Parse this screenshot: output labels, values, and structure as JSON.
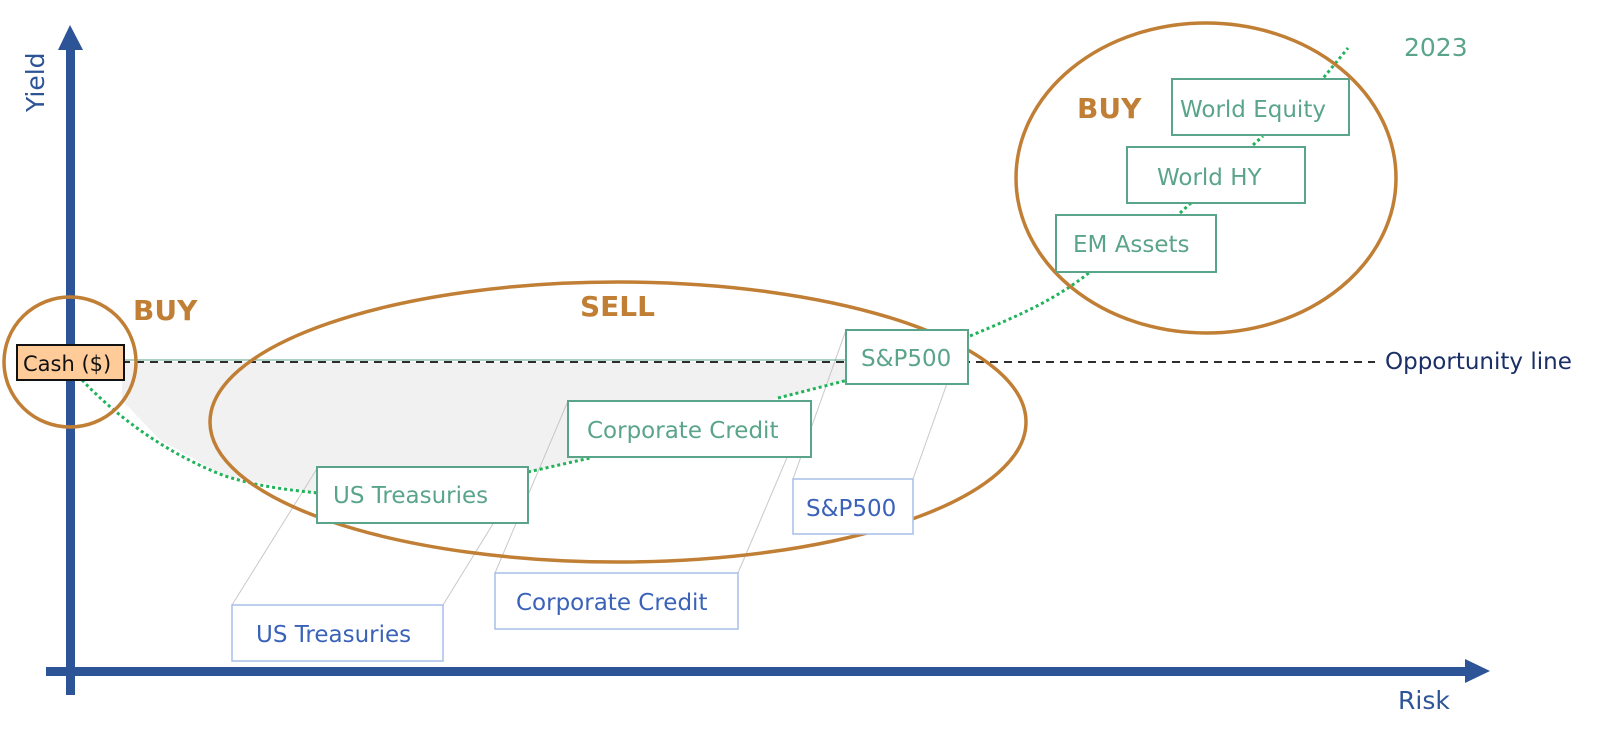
{
  "axes": {
    "y_label": "Yield",
    "x_label": "Risk"
  },
  "opportunity_line": {
    "label": "Opportunity line"
  },
  "year_label": "2023",
  "zones": [
    {
      "id": "buy-cash",
      "label": "BUY"
    },
    {
      "id": "sell",
      "label": "SELL"
    },
    {
      "id": "buy-risk",
      "label": "BUY"
    }
  ],
  "cash": {
    "label": "Cash ($)"
  },
  "current_assets": [
    {
      "id": "us-treasuries",
      "label": "US Treasuries"
    },
    {
      "id": "corporate-credit",
      "label": "Corporate Credit"
    },
    {
      "id": "sp500",
      "label": "S&P500"
    },
    {
      "id": "em-assets",
      "label": "EM Assets"
    },
    {
      "id": "world-hy",
      "label": "World HY"
    },
    {
      "id": "world-equity",
      "label": "World Equity"
    }
  ],
  "previous_assets": [
    {
      "id": "us-treasuries-prev",
      "label": "US Treasuries"
    },
    {
      "id": "corporate-credit-prev",
      "label": "Corporate Credit"
    },
    {
      "id": "sp500-prev",
      "label": "S&P500"
    }
  ],
  "colors": {
    "axis": "#2d5496",
    "zone": "#c07f35",
    "current_box": "#5aa58a",
    "previous_box": "#a9bde8",
    "curve": "#1fb35a",
    "cash_fill": "#ffcc99",
    "shade": "#f1f1f1"
  }
}
